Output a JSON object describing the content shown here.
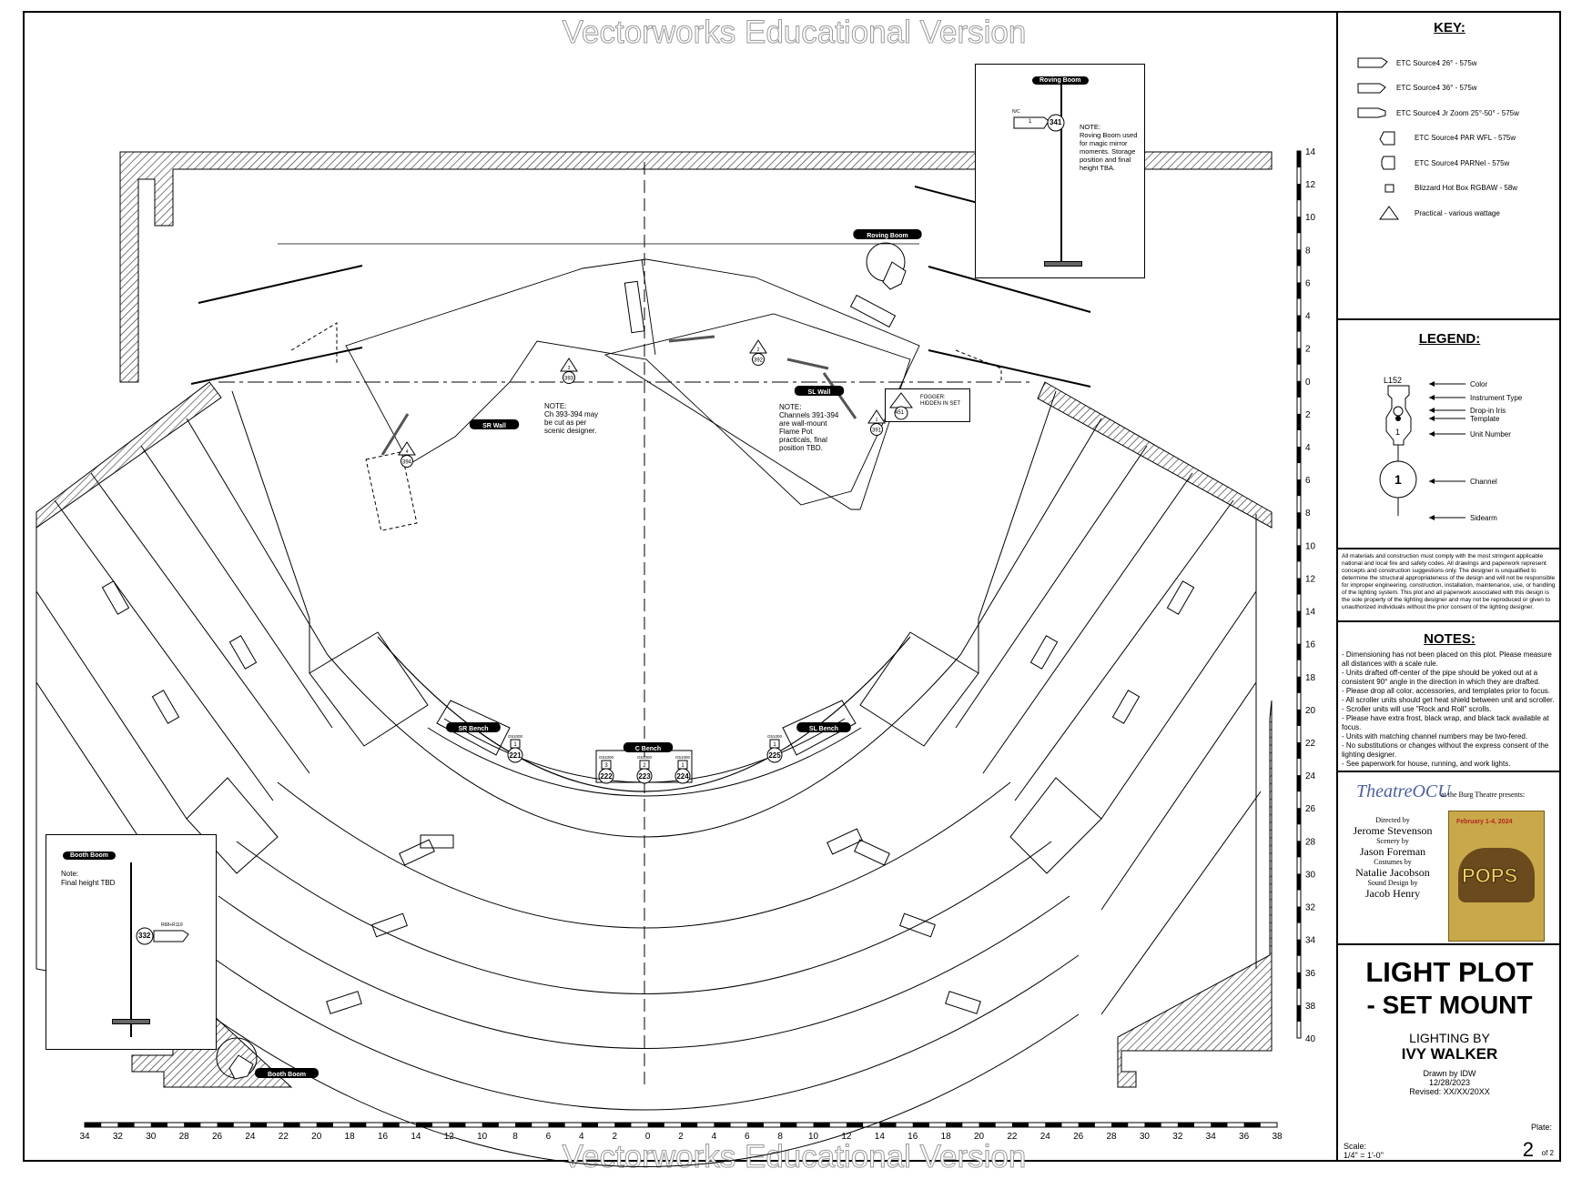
{
  "watermark": "Vectorworks Educational Version",
  "key": {
    "title": "KEY:",
    "items": [
      {
        "label": "ETC Source4 26° - 575w",
        "icon": "source4-26-icon"
      },
      {
        "label": "ETC Source4 36° - 575w",
        "icon": "source4-36-icon"
      },
      {
        "label": "ETC Source4 Jr Zoom 25°-50° - 575w",
        "icon": "source4-jr-zoom-icon"
      },
      {
        "label": "ETC Source4 PAR WFL - 575w",
        "icon": "source4-par-icon"
      },
      {
        "label": "ETC Source4 PARNel - 575w",
        "icon": "source4-parnel-icon"
      },
      {
        "label": "Blizzard Hot Box RGBAW - 58w",
        "icon": "hot-box-icon"
      },
      {
        "label": "Practical - various wattage",
        "icon": "practical-triangle-icon"
      }
    ]
  },
  "legend": {
    "title": "LEGEND:",
    "color_code": "L152",
    "unit": "1",
    "channel": "1",
    "labels": [
      "Color",
      "Instrument Type",
      "Drop-in Iris",
      "Template",
      "Unit Number",
      "Channel",
      "Sidearm"
    ]
  },
  "disclaimer": "All materials and construction must comply with the most stringent applicable national and local fire and safety codes. All drawings and paperwork represent concepts and construction suggestions only. The designer is unqualified to determine the structural appropriateness of the design and will not be responsible for improper engineering, construction, installation, maintenance, use, or handling of the lighting system. This plot and all paperwork associated with this design is the sole property of the lighting designer and may not be reproduced or given to unauthorized individuals without the prior consent of the lighting designer.",
  "notes": {
    "title": "NOTES:",
    "items": [
      "- Dimensioning has not been placed on this plot. Please measure all distances with a scale rule.",
      "- Units drafted off-center of the pipe should be yoked out at a consistent 90° angle in the direction in which they are drafted.",
      "- Please drop all color, accessories, and templates prior to focus.",
      "- All scroller units should get heat shield between unit and scroller.",
      "- Scroller units will use \"Rock and Roll\" scrolls.",
      "- Please have extra frost, black wrap, and black tack available at focus.",
      "- Units with matching channel numbers may be two-fered.",
      "- No substitutions or changes without the express consent of the lighting designer.",
      "- See paperwork for house, running, and work lights."
    ]
  },
  "production": {
    "logo": "TheatreOCU",
    "presents": "at the Burg Theatre presents:",
    "credits": [
      {
        "role": "Directed by",
        "name": "Jerome Stevenson"
      },
      {
        "role": "Scenery by",
        "name": "Jason Foreman"
      },
      {
        "role": "Costumes by",
        "name": "Natalie Jacobson"
      },
      {
        "role": "Sound Design by",
        "name": "Jacob Henry"
      }
    ],
    "poster_date": "February 1-4, 2024",
    "poster_title": "POPS"
  },
  "title_block": {
    "title_line1": "LIGHT PLOT",
    "title_line2": "- SET MOUNT",
    "lighting_by": "LIGHTING BY",
    "designer": "IVY WALKER",
    "drawn_by": "Drawn by IDW",
    "date": "12/28/2023",
    "revised": "Revised: XX/XX/20XX",
    "plate_label": "Plate:",
    "plate": "2",
    "plate_of": "of 2",
    "scale_label": "Scale:",
    "scale": "1/4\" = 1'-0\""
  },
  "plot": {
    "positions": [
      "Roving Boom",
      "Roving Boom",
      "SR Wall",
      "SL Wall",
      "SR Bench",
      "C Bench",
      "SL Bench",
      "Booth Boom"
    ],
    "inset_note": "NOTE:\nRoving Boom used for magic mirror moments. Storage position and final height TBA.",
    "inset_channel": "341",
    "inset_unit": "1",
    "inset_color": "N/C",
    "sr_note": "NOTE:\nCh 393-394 may be cut as per scenic designer.",
    "sl_note": "NOTE:\nChannels 391-394 are wall-mount Flame Pot practicals, final position TBD.",
    "fogger": "FOGGER: HIDDEN IN SET",
    "fogger_channel": "451",
    "booth_note": "Note:\nFinal height TBD",
    "booth_channel": "332",
    "booth_color": "R68+R119",
    "practicals": [
      {
        "ch": "393",
        "u": "3"
      },
      {
        "ch": "394",
        "u": "4"
      },
      {
        "ch": "392",
        "u": "2"
      },
      {
        "ch": "391",
        "u": "1"
      }
    ],
    "bench_units": [
      {
        "ch": "221",
        "u": "1",
        "color": "G51000"
      },
      {
        "ch": "222",
        "u": "3",
        "color": "G51000"
      },
      {
        "ch": "223",
        "u": "2",
        "color": "G51000"
      },
      {
        "ch": "224",
        "u": "1",
        "color": "G51000"
      },
      {
        "ch": "225",
        "u": "1",
        "color": "G51000"
      }
    ]
  },
  "scale_x": [
    "34",
    "32",
    "30",
    "28",
    "26",
    "24",
    "22",
    "20",
    "18",
    "16",
    "14",
    "12",
    "10",
    "8",
    "6",
    "4",
    "2",
    "0",
    "2",
    "4",
    "6",
    "8",
    "10",
    "12",
    "14",
    "16",
    "18",
    "20",
    "22",
    "24",
    "26",
    "28",
    "30",
    "32",
    "34",
    "36",
    "38"
  ],
  "scale_y": [
    "14",
    "12",
    "10",
    "8",
    "6",
    "4",
    "2",
    "0",
    "2",
    "4",
    "6",
    "8",
    "10",
    "12",
    "14",
    "16",
    "18",
    "20",
    "22",
    "24",
    "26",
    "28",
    "30",
    "32",
    "34",
    "36",
    "38",
    "40"
  ]
}
